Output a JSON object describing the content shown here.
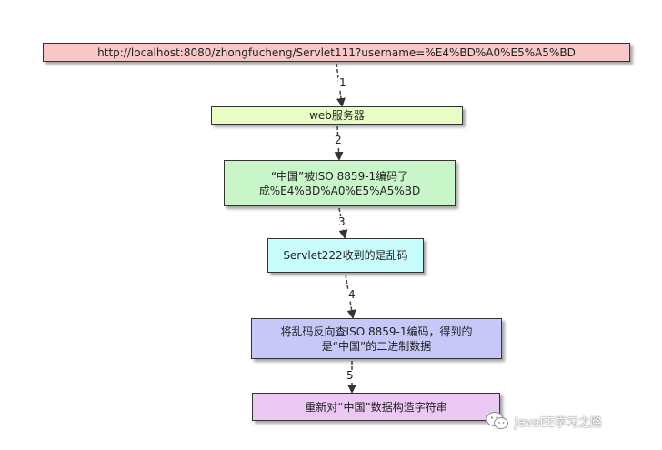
{
  "nodes": {
    "n1": "http://localhost:8080/zhongfucheng/Servlet111?username=%E4%BD%A0%E5%A5%BD",
    "n2": "web服务器",
    "n3": "“中国”被ISO 8859-1编码了\n成%E4%BD%A0%E5%A5%BD",
    "n4": "Servlet222收到的是乱码",
    "n5": "将乱码反向查ISO 8859-1编码，得到的\n是“中国”的二进制数据",
    "n6": "重新对“中国”数据构造字符串"
  },
  "edges": {
    "e1": "1",
    "e2": "2",
    "e3": "3",
    "e4": "4",
    "e5": "5"
  },
  "watermark": {
    "text": "JavaEE学习之路",
    "icon": "wechat-icon"
  },
  "colors": {
    "n1": "#f8c8c8",
    "n2": "#e8fcc4",
    "n3": "#c8f6c8",
    "n4": "#c8fcfc",
    "n5": "#c8c8f8",
    "n6": "#ecc8f4"
  }
}
